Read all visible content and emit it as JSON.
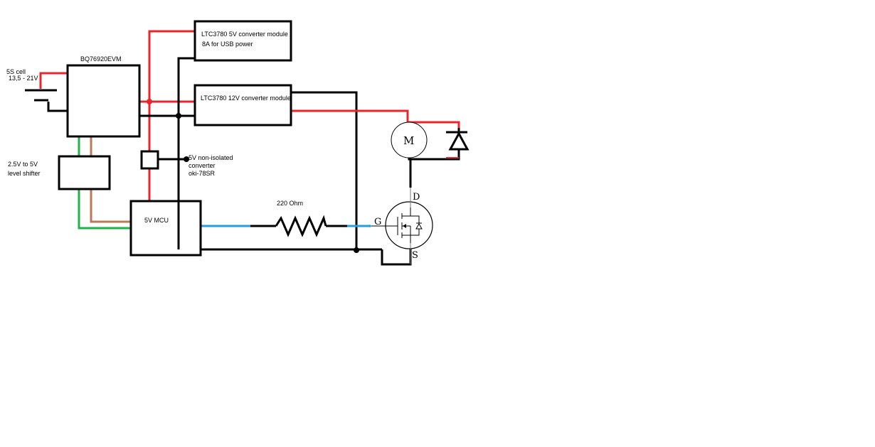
{
  "battery": {
    "label": "5S cell",
    "voltage": "13,5 - 21V"
  },
  "bms": {
    "label": "BQ76920EVM"
  },
  "level_shifter": {
    "label_line1": "2.5V to 5V",
    "label_line2": "level shifter"
  },
  "conv_5v": {
    "label_line1": "LTC3780 5V converter module",
    "label_line2": "8A  for USB power"
  },
  "conv_12v": {
    "label": "LTC3780 12V converter module"
  },
  "noniso": {
    "label_line1": "5V non-isolated",
    "label_line2": "converter",
    "label_line3": "oki-78SR"
  },
  "mcu": {
    "label": "5V MCU"
  },
  "resistor": {
    "label": "220 Ohm"
  },
  "motor": {
    "label": "M"
  },
  "mosfet": {
    "gate": "G",
    "drain": "D",
    "source": "S"
  },
  "colors": {
    "power": "#e8262b",
    "ground": "#000000",
    "sda": "#22b14c",
    "scl": "#b97a57",
    "signal": "#22a0e0"
  }
}
